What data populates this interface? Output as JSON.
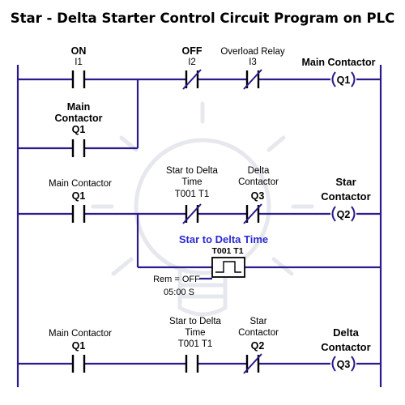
{
  "title": "Star - Delta Starter Control Circuit Program on PLC",
  "colors": {
    "wire": "#2a1a8c",
    "timer_label": "#2b2bd0",
    "watermark": "#e6e8ee"
  },
  "rung1": {
    "on_label": "ON",
    "on_addr": "I1",
    "off_label": "OFF",
    "off_addr": "I2",
    "ol_label": "Overload Relay",
    "ol_addr": "I3",
    "coil_label": "Main Contactor",
    "coil_addr": "Q1",
    "hold_label_1": "Main",
    "hold_label_2": "Contactor",
    "hold_addr": "Q1"
  },
  "rung2": {
    "mc_label": "Main Contactor",
    "mc_addr": "Q1",
    "tmr_label_1": "Star to Delta",
    "tmr_label_2": "Time",
    "tmr_addr": "T001 T1",
    "dc_label_1": "Delta",
    "dc_label_2": "Contactor",
    "dc_addr": "Q3",
    "coil_label_1": "Star",
    "coil_label_2": "Contactor",
    "coil_addr": "Q2"
  },
  "timer": {
    "name": "Star to Delta Time",
    "id": "T001 T1",
    "rem": "Rem = OFF",
    "preset": "05:00 S"
  },
  "rung3": {
    "mc_label": "Main Contactor",
    "mc_addr": "Q1",
    "tmr_label_1": "Star to Delta",
    "tmr_label_2": "Time",
    "tmr_addr": "T001 T1",
    "sc_label_1": "Star",
    "sc_label_2": "Contactor",
    "sc_addr": "Q2",
    "coil_label_1": "Delta",
    "coil_label_2": "Contactor",
    "coil_addr": "Q3"
  }
}
